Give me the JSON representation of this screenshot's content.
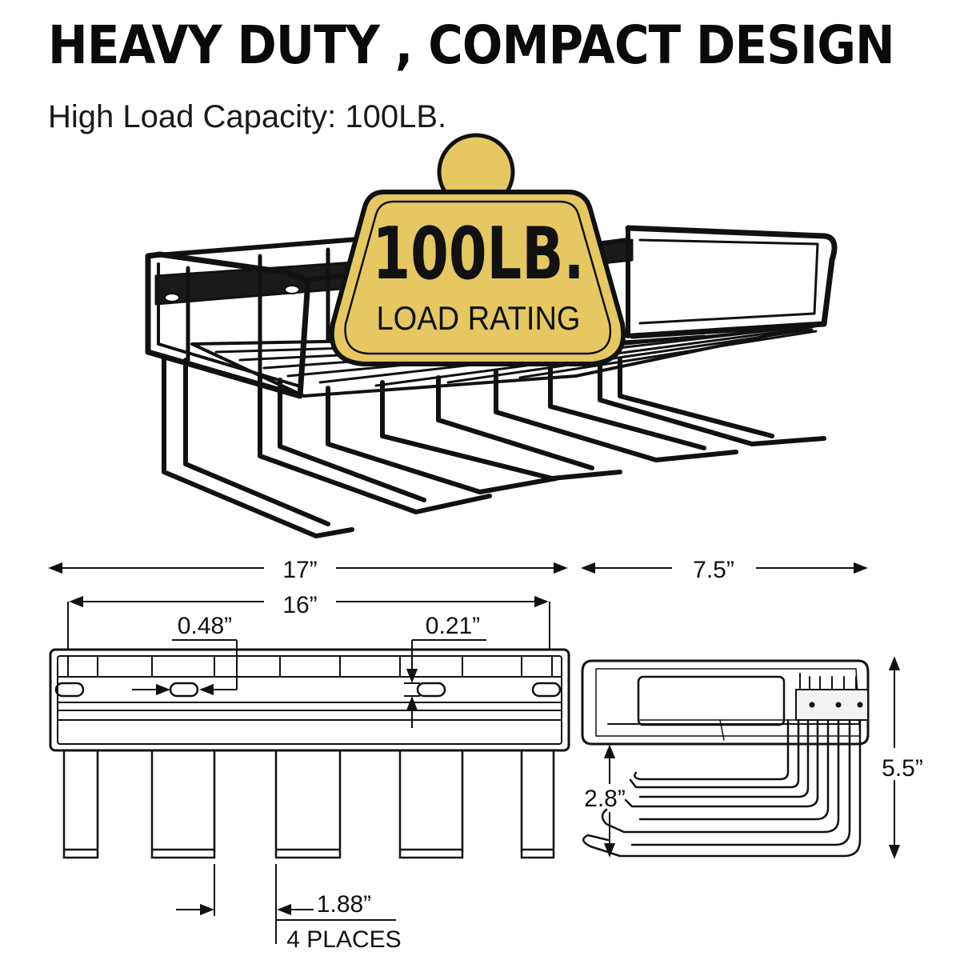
{
  "header": {
    "title": "HEAVY DUTY , COMPACT DESIGN",
    "subtitle": "High Load Capacity: 100LB."
  },
  "badge": {
    "value": "100LB.",
    "label": "LOAD RATING",
    "fill_color": "#E6C862"
  },
  "dimensions": {
    "overall_width": "17”",
    "inner_width": "16”",
    "slot_width": "0.48”",
    "slot_height": "0.21”",
    "depth": "7.5”",
    "height": "5.5”",
    "arm_clearance": "2.8”",
    "arm_spacing": "1.88”",
    "arm_spacing_note": "4 PLACES"
  },
  "colors": {
    "wire": "#111111",
    "background": "#ffffff"
  }
}
